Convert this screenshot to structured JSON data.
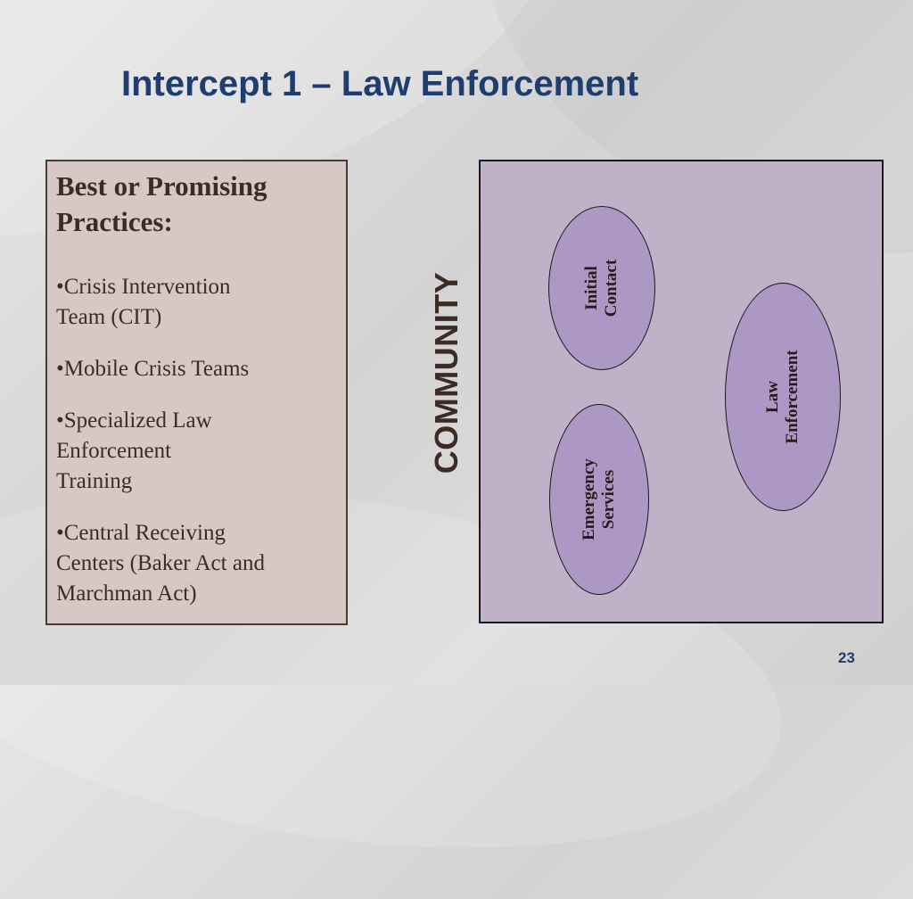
{
  "slide": {
    "title": "Intercept 1 – Law Enforcement",
    "page_number": "23"
  },
  "practices": {
    "heading": "Best or Promising Practices:",
    "items": [
      "•Crisis Intervention\n Team (CIT)",
      "•Mobile Crisis Teams",
      "•Specialized Law\n Enforcement\n Training",
      "•Central Receiving\nCenters (Baker Act and\nMarchman Act)"
    ]
  },
  "diagram": {
    "community_label": "COMMUNITY",
    "ovals": {
      "initial_contact": "Initial\nContact",
      "emergency_services": "Emergency\nServices",
      "law_enforcement": "Law\nEnforcement"
    }
  },
  "colors": {
    "title": "#1f3d6e",
    "practices_box": "#d8c8c5",
    "diagram_box": "#c0b0c8",
    "oval_fill": "#ad97c4"
  }
}
